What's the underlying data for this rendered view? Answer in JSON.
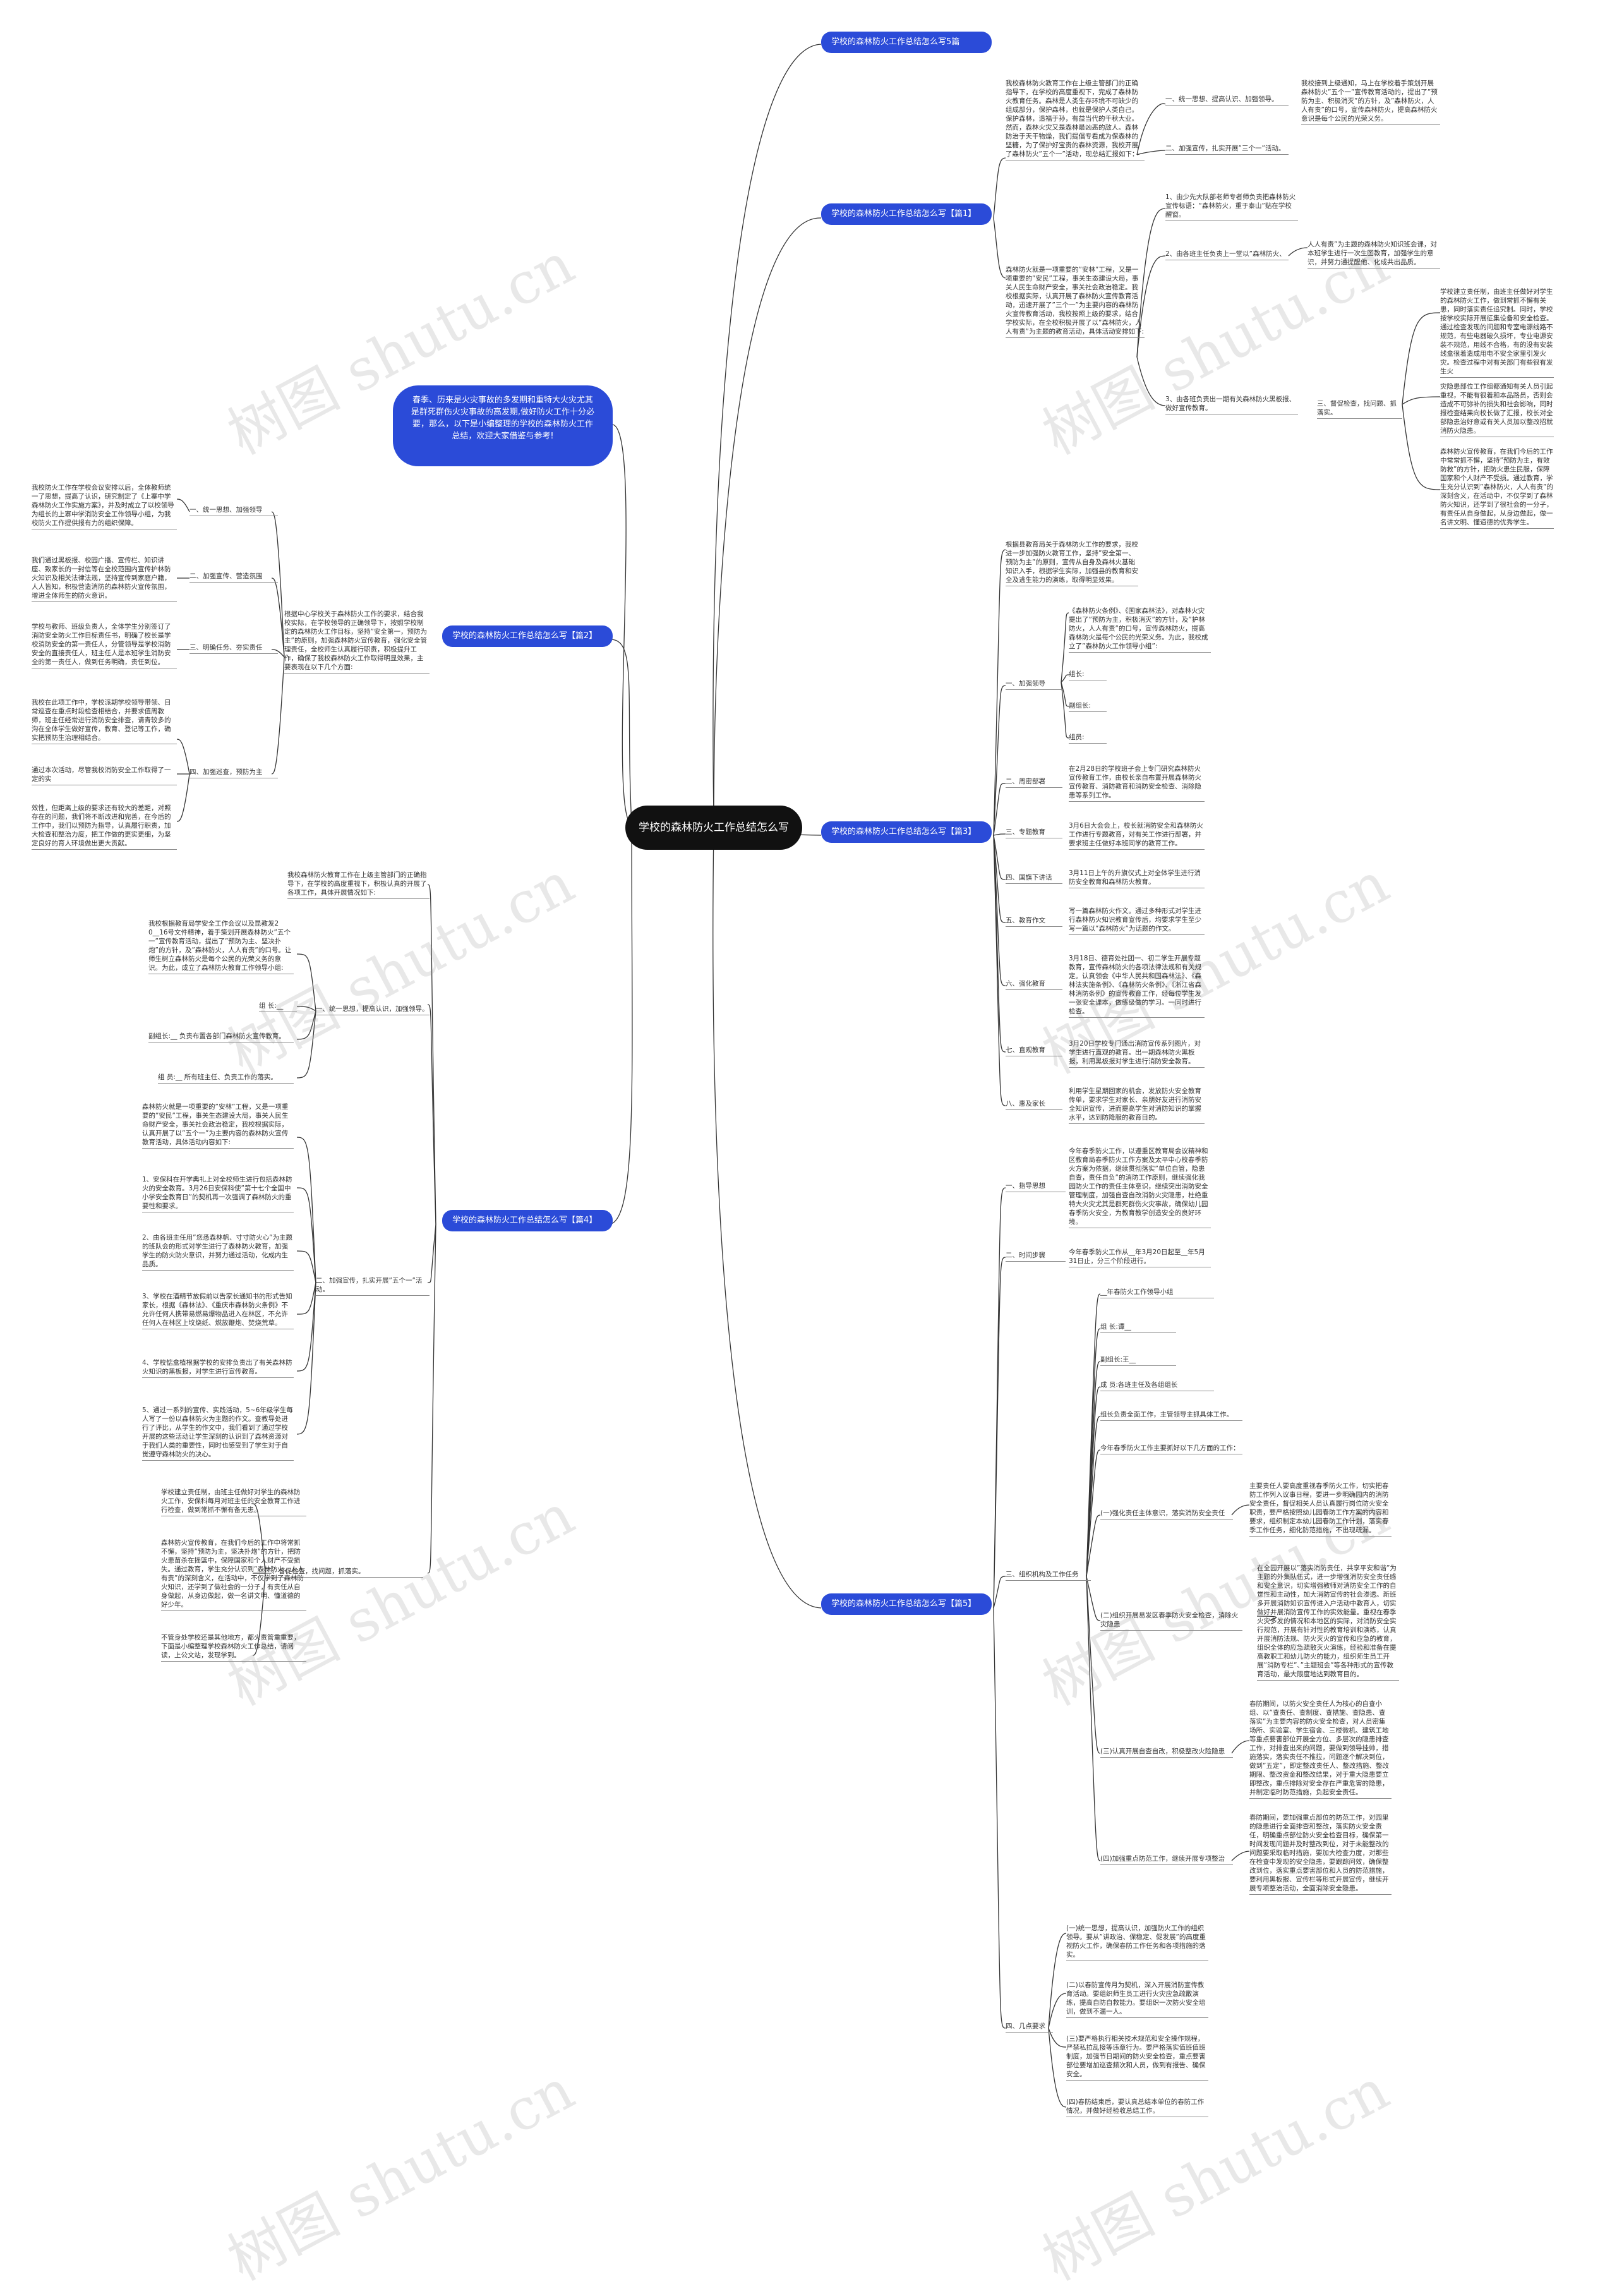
{
  "root": "学校的森林防火工作总结怎么写",
  "intro": "春季、历来是火灾事故的多发期和重特大火灾尤其是群死群伤火灾事故的高发期,做好防火工作十分必要，那么，以下是小编整理的学校的森林防火工作总结，欢迎大家借鉴与参考!",
  "watermark": "树图 shutu.cn",
  "b0": {
    "title": "学校的森林防火工作总结怎么写5篇"
  },
  "b1": {
    "title": "学校的森林防火工作总结怎么写【篇1】",
    "p1": "我校森林防火教育工作在上级主管部门的正确指导下，在学校的高度重视下，完成了森林防火教育任务。森林是人类生存环境不可缺少的组成部分，保护森林，也就是保护人类自己。保护森林，造福于孙，有益当代的千秋大业。然而，森林火灾又是森林最凶恶的敌人。森林防治于天干物燥，我们提倡专看成为保森林的坚糖，为了保护好宝贵的森林资源，我校开展了森林防火”五个一”活动，现总结汇报如下：",
    "c1": "一、统一思想、提高认识、加强领导。",
    "c1t": "我校接到上级通知，马上在学校着手策划开展森林防火”五个一”宣传教育活动的，提出了”预防为主、积极消灭”的方针，及”森林防火，人人有责”的口号，宣传森林防火，提高森林防火意识是每个公民的光荣义务。",
    "c2": "二、加强宣传，扎实开展”三个一”活动。",
    "p2": "森林防火就是一项重要的”安林”工程，又是一项重要的”安民”工程，事关生态建设大局，事关人民生命财产安全，事关社会政治稳定。我校根据实际，认真开展了森林防火宣传教育活动，迅速开展了”三个一”为主要内容的森林防火宣传教育活动，我校按照上级的要求，结合学校实际，在全校积极开展了以”森林防火，人人有责”为主题的教育活动，具体活动安排如下:",
    "d1": "1、由少先大队部老师专者师负责把森林防火宣传标语：“森林防火，重于泰山”贴在学校醒窗。",
    "d2": "2、由各班主任负责上一堂以”森林防火、",
    "d2t": "人人有责”为主题的森林防火知识班会课，对本班学生进行一次生图教育，加强学生的意识，并努力通提醒他、化成共出品质。",
    "d3": "3、由各班负责出一期有关森林防火黑板报、做好宣传教育。",
    "e3": "三、督促检查，找问题、抓落实。",
    "f1": "学校建立责任制，由班主任做好对学生的森林防火工作，做到常抓不懈有关患，同时落实责任追究制。同时，学校按学校实际开展征集设备和安全检查。通过检查发现的问题和专室电源线路不规范，有些电器破久损坏，专业电源安装不规范，用线不合格，有的没有安装线盒很着造成用电不安全家里引发火灾。检查过程中对有关部门有些很有发生火",
    "f2": "灾隐患部位工作组都通知有关人员引起重视，不能有很着和本品路员，否则会造成不可弥补的损失和社会影响，同时报检查结果向校长做了汇报，校长对全部隐患治好意或有关人员加以整改招就消防火隐患。",
    "f3": "森林防火宣传教育，在我们今后的工作中常常抓不懈，坚持”预防为主，有效防救”的方针，把防火患生民服，保障国家和个人财产不受损。通过教育，学生充分认识到”森林防火，人人有责”的深刻含义，在活动中，不仅学到了森林防火知识，还学到了很社会的一分子，有责任从自身做起，从身边做起，做一名讲文明、懂道德的优秀学生。"
  },
  "b2": {
    "title": "学校的森林防火工作总结怎么写【篇2】",
    "p1": "根据中心学校关于森林防火工作的要求，结合我校实际，在学校领导的正确领导下，按照学校制定的森林防火工作目标，坚持”安全第一，预防为主”的原则，加强森林防火宣传教育，强化安全管理责任，全校师生认真履行职责，积极提升工作，确保了我校森林防火工作取得明显效果，主要表现在以下几个方面:",
    "c1": "一、统一思想、加强领导",
    "c1t": "我校防火工作在学校会议安排以后，全体教师统一了思想，提高了认识，研究制定了《上寨中学森林防火工作实施方案》，并及时成立了以校领导为组长的上寨中学消防安全工作领导小组，为我校防火工作提供报有力的组织保障。",
    "c2": "二、加强宣传、营造氛围",
    "c2t": "我们通过黑板报、校园广播、宣传栏、知识讲座、致家长的一封信等在全校范围内宣传护林防火知识及相关法律法规，坚持宣传到家庭户籍，人人皆知，积极营造消防的森林防火宣传氛围，增进全体师生的防火意识。",
    "c3": "三、明确任务、夯实责任",
    "c3t": "学校与教师、班级负责人，全体学生分别签订了消防安全防火工作目标责任书，明确了校长是学校消防安全的第一责任人，分管领导是学校消防安全的直接责任人，班主任人是本班学生消防安全的第一责任人，做到任务明确，责任到位。",
    "c4": "四、加强巡查，预防为主",
    "c4a": "我校在此项工作中，学校派期学校领导带领、日常巡查在重点时段检查相结合，并要求值周教师，班主任经常进行消防安全排查，请青较多的沟在全体学生做好宣传，教育、登记等工作，确实把预防生治理相结合。",
    "c4b": "通过本次活动，尽管我校消防安全工作取得了一定的实",
    "c4c": "效性，但距离上级的要求还有较大的差距，对照存在的问题，我们将不断改进和完善，在今后的工作中，我们以预防为指导，认真履行职责，加大检查和整治力度，把工作做的更实更细，为坚定良好的育人环境做出更大贡献。"
  },
  "b3": {
    "title": "学校的森林防火工作总结怎么写【篇3】",
    "p1": "根据县教育局关于森林防火工作的要求，我校进一步加强防火教育工作，坚持”安全第一、预防为主”的原则，宣传从自身及森林火基础知识入手，根据学生实际，加强县的教育和安全及逃生能力的演练，取得明显效果。",
    "c1": "一、加强领导",
    "c1a": "《森林防火条例》、《国家森林法》，对森林火灾提出了”预防为主，积极消灭”的方针，及”护林防火，人人有责”的口号，宣传森林防火，提高森林防火是每个公民的光荣义务。为此，我校成立了”森林防火工作领导小组”:",
    "c1b": "组长:",
    "c1c": "副组长:",
    "c1d": "组员:",
    "c2": "二、周密部署",
    "c2t": "在2月28日的学校班子会上专门研究森林防火宣传教育工作，由校长亲自布置开展森林防火宣传教育、消防教育和消防安全检查、消除隐患等系列工作。",
    "c3": "三、专题教育",
    "c3t": "3月6日大会会上，校长就消防安全和森林防火工作进行专题教育，对有关工作进行部署，并要求班主任做好本班同学的教育工作。",
    "c4": "四、国旗下讲话",
    "c4t": "3月11日上午的升旗仪式上对全体学生进行消防安全教育和森林防火教育。",
    "c5": "五、教育作文",
    "c5t": "写一篇森林防火作文。通过多种形式对学生进行森林防火知识教育宣传后，均要求学生至少写一篇以”森林防火”为话题的作文。",
    "c6": "六、强化教育",
    "c6t": "3月18日、德育处社团一、初二学生开展专题教育，宣传森林防火的各项法律法规和有关规定。认真领会《中华人民共和国森林法》、《森林法实施条例》、《森林防火条例》、《浙江省森林消防条例》的宣传教育工作，经每位学生发一张安全课本，做练级做的学习。一同时进行检查。",
    "c7": "七、直观教育",
    "c7t": "3月20日学校专门通出消防宣传系列图片，对学生进行直观的教育。出一期森林防火黑板报，利用黑板报对学生进行消防安全教育。",
    "c8": "八、惠及家长",
    "c8t": "利用学生星期回家的机会，发放防火安全教育传单，要求学生对家长、亲朋好友进行消防安全知识宣传，进而提高学生对消防知识的掌握水平，达到防降服的教育目的。"
  },
  "b4": {
    "title": "学校的森林防火工作总结怎么写【篇4】",
    "p1": "我校森林防火教育工作在上级主管部门的正确指导下，在学校的高度重视下，积极认真的开展了各项工作，具体开展情况如下:",
    "c1": "一、统一思想，提高认识，加强领导。",
    "c1a": "我校根据教育局学安全工作会议以及昆教发2 0__16号文件精神，着手策划开展森林防火”五个一”宣传教育活动，提出了”预防为主、坚决扑炮”的方针，及”森林防火，人人有责”的口号。让师生树立森林防火是每个公民的光荣义务的意识。为此，成立了森林防火教育工作领导小组:",
    "c1b": "组 长:__",
    "c1c": "副组长:__ 负责布置各部门森林防火宣传教育。",
    "c1d": "组 员:__ 所有班主任、负责工作的落实。",
    "c2": "二、加强宣传，扎实开展”五个一”活动。",
    "c2a": "森林防火就是一项重要的”安林”工程，又是一项重要的”安民”工程，事关生态建设大局，事关人民生命财产安全，事关社会政治稳定，我校根据实际，认真开展了以”五个一”为主要内容的森林防火宣传教育活动，具体活动内容如下:",
    "c2b": "1、安保科在开学典礼上对全校师生进行包括森林防火的安全教育。3月26日安保科使”第十七个全国中小学安全教育日”的契机再一次强调了森林防火的重要性和要求。",
    "c2c": "2、由各班主任用”您悉森林帆、寸寸防火心”为主题的班队会的形式对学生进行了森林防火教育，加强学生的防火防火意识，并努力通过活动，化成内生品质。",
    "c2d": "3、学校在酒精节放假前以告家长通知书的形式告知家长，根据《森林法》、《重庆市森林防火条例》不允许任何人携带易燃易爆物品进入在林区，不允许任何人在林区上坟烧纸、燃放鞭炮、焚烧荒草。",
    "c2e": "4、学校惦盒植根据学校的安排负责出了有关森林防火知识的黑板报，对学生进行宣传教育。",
    "c2f": "5、通过一系列的宣传、实践活动，5~6年级学生每人写了一份以森林防火为主题的作文。查教导处进行了评比，从学生的作文中，我们看到了通过学校开展的这些活动让学生深刻的认识到了森林资源对于我们人类的重要性，同时也感受到了学生对于自觉遵守森林防火的决心。",
    "c3": "三、督促检查，找问题，抓落实。",
    "c3a": "学校建立责任制，由班主任做好对学生的森林防火工作，安保科每月对班主任的安全教育工作进行检查，做到常抓不懈有备无患。",
    "c3b": "森林防火宣传教育，在我们今后的工作中将常抓不懈，坚持”预防为主，坚决扑炮”的方针，把防火患苗杀在摇篮中，保障国家和个人财产不受损失。通过教育，学生充分认识到”森林防火，人人有责”的深刻含义，在活动中，不仅学到了森林防火知识，还学到了做社会的一分子，有责任从自身做起，从身边做起，做一名讲文明、懂道德的好少年。",
    "c3c": "不管身处学校还是其他地方，都火责管重重要，下面是小编整理学校森林防火工作总结，请阅读，上公文站，发现学到。"
  },
  "b5": {
    "title": "学校的森林防火工作总结怎么写【篇5】",
    "c1": "一、指导思想",
    "c1t": "今年春季防火工作，以遵重区教育局会议精神和区教育局春季防火工作方案及太平中心校春季防火方案为依据，继续贯彻落实”单位自管，隐患自查，责任自负”的消防工作原则，继续强化我园防火工作的责任主体意识，继续突出消防安全管理制度，加强自查自改消防火灾隐患，杜绝重特大火灾尤其是群死群伤火灾事故，确保幼儿园春季防火安全，为教育教学创造安全的良好环境。",
    "c2": "二、时间步骤",
    "c2t": "今年春季防火工作从__年3月20日起至__年5月31日止，分三个阶段进行。",
    "c3": "三、组织机构及工作任务",
    "c3a": "__年春防火工作领导小组",
    "c3b": "组 长:谭__",
    "c3c": "副组长:王__",
    "c3d": "成 员:各班主任及各组组长",
    "c3e": "组长负责全面工作，主管领导主抓具体工作。",
    "c3f": "今年春季防火工作主要抓好以下几方面的工作：",
    "c3g": "(一)强化责任主体意识，落实消防安全责任",
    "c3gt": "主要责任人要高度重视春季防火工作，切实把春防工作列入议事日程，要进一步明确园内的消防安全责任，督促相关人员认真履行岗位防火安全职责，要严格按照幼儿园春防工作方案的内容和要求，组织制定本幼儿园春防工作计划，落实春季工作任务，细化防范措施，不出现疏漏。",
    "c3h": "(二)组织开展易发区春季防火安全检查，消除火灾隐患",
    "c3ht": "在全园开展以”落实消防责任，共享平安和谐”为主题的外集队伍式，进一步增强消防安全责任感和安全意识，切实增强教师对消防安全工作的自觉性和主动性，加大消防宣传的社会渗透。新班多开展消防知识宣传进入户活动中教育人，切实做好并展消防宣传工作的实效能量。重视在春季火灾多发的情况和本地区的实际，对消防安全实行规范，开展有针对性的教育培训和演练，认真开展消防法规、防火灭火的宣传和应急的教育，组织全体的应急疏散灭火演练，经验和准备在提高教职工和幼儿防火的能力，组织师生员工开展”消防专栏”、”主题班会”等各种形式的宣传教育活动，最大限度地达到教育目的。",
    "c3i": "(三)认真开展自查自改，积极整改火险隐患",
    "c3it": "春防期间，以防火安全责任人为核心的自查小组、以”查责任、查制度、查措施、查隐患、查落实”为主要内容的防火安全检查，对人员密集场所、实验室、学生宿舍、三楼微机、建筑工地等重点要害部位开展全方位、多层次的隐患排查工作，对排查出来的问题，要做到领导挂帅，措施落实，落实责任不推拉，问题逐个解决到位，做到”五定”，即定整改责任人、整改措施、整改期限、整改资金和整改结果，对于重大隐患要立即整改，重点排除对安全存在严重危害的隐患，并制定临时防范措施，负起安全责任。",
    "c3j": "(四)加强重点防范工作，继续开展专项整治",
    "c3jt": "春防期间，要加强重点部位的防范工作，对园里的隐患进行全面排查和整改，落实防火安全责任，明确重点部位防火安全检查目标，确保第一时间发现问题并及时整改到位，对于未能整改的问题要采取临时措施，要加大检查力度，对那些在检查中发现的安全隐患，要跟踪问效，确保整改到位，落实重点要害部位和人员的防范措施，要利用黑板报、宣传栏等形式开展宣传，继续开展专项整治活动，全面消除安全隐患。",
    "c4": "四、几点要求",
    "c4a": "(一)统一思想，提高认识，加强防火工作的组织领导。要从”讲政治、保稳定、促发展”的高度重视防火工作，确保春防工作任务和各项措施的落实。",
    "c4b": "(二)以春防宣传月为契机，深入开展消防宣传教育活动。要组织师生员工进行火灾应急疏散演练，提高自防自救能力。要组织一次防火安全培训，做到不漏一人。",
    "c4c": "(三)要严格执行相关技术规范和安全操作规程，严禁私拉乱接等违章行为。要严格落实值班值班制度，加强节日期间的防火安全检查，重点要害部位要增加巡查频次和人员，做到有报告、确保安全。",
    "c4d": "(四)春防结束后，要认真总结本单位的春防工作情况，并做好经验收总结工作。"
  }
}
